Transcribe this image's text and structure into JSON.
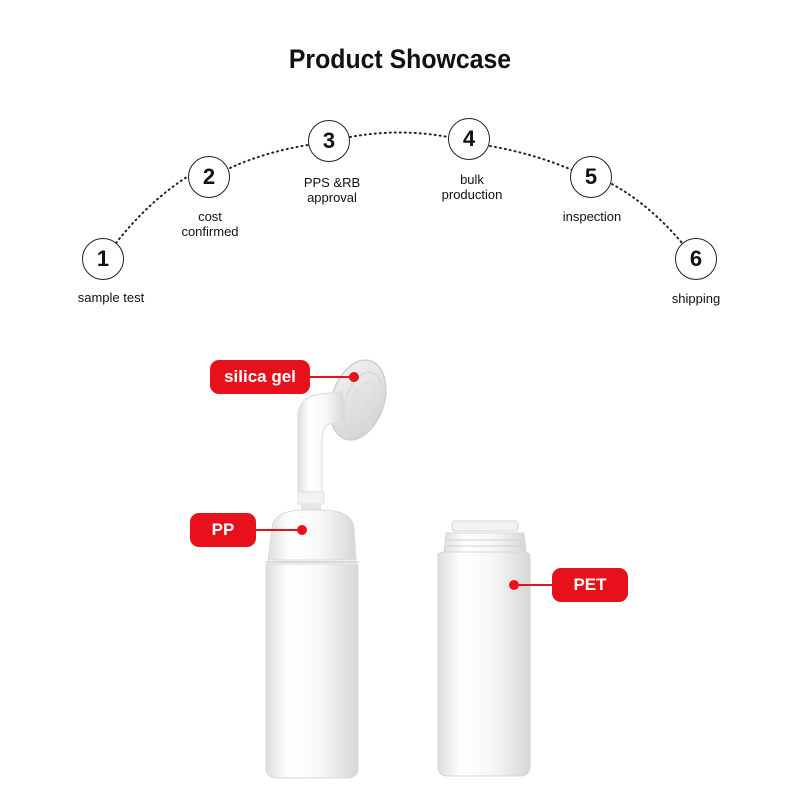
{
  "title": "Product Showcase",
  "steps": [
    {
      "number": "1",
      "label": "sample test"
    },
    {
      "number": "2",
      "label": "cost\nconfirmed"
    },
    {
      "number": "3",
      "label": "PPS &RB\napproval"
    },
    {
      "number": "4",
      "label": "bulk\nproduction"
    },
    {
      "number": "5",
      "label": "inspection"
    },
    {
      "number": "6",
      "label": "shipping"
    }
  ],
  "tags": {
    "silica_gel": "silica gel",
    "pp": "PP",
    "pet": "PET"
  },
  "colors": {
    "accent": "#e8101a",
    "text": "#111111"
  }
}
